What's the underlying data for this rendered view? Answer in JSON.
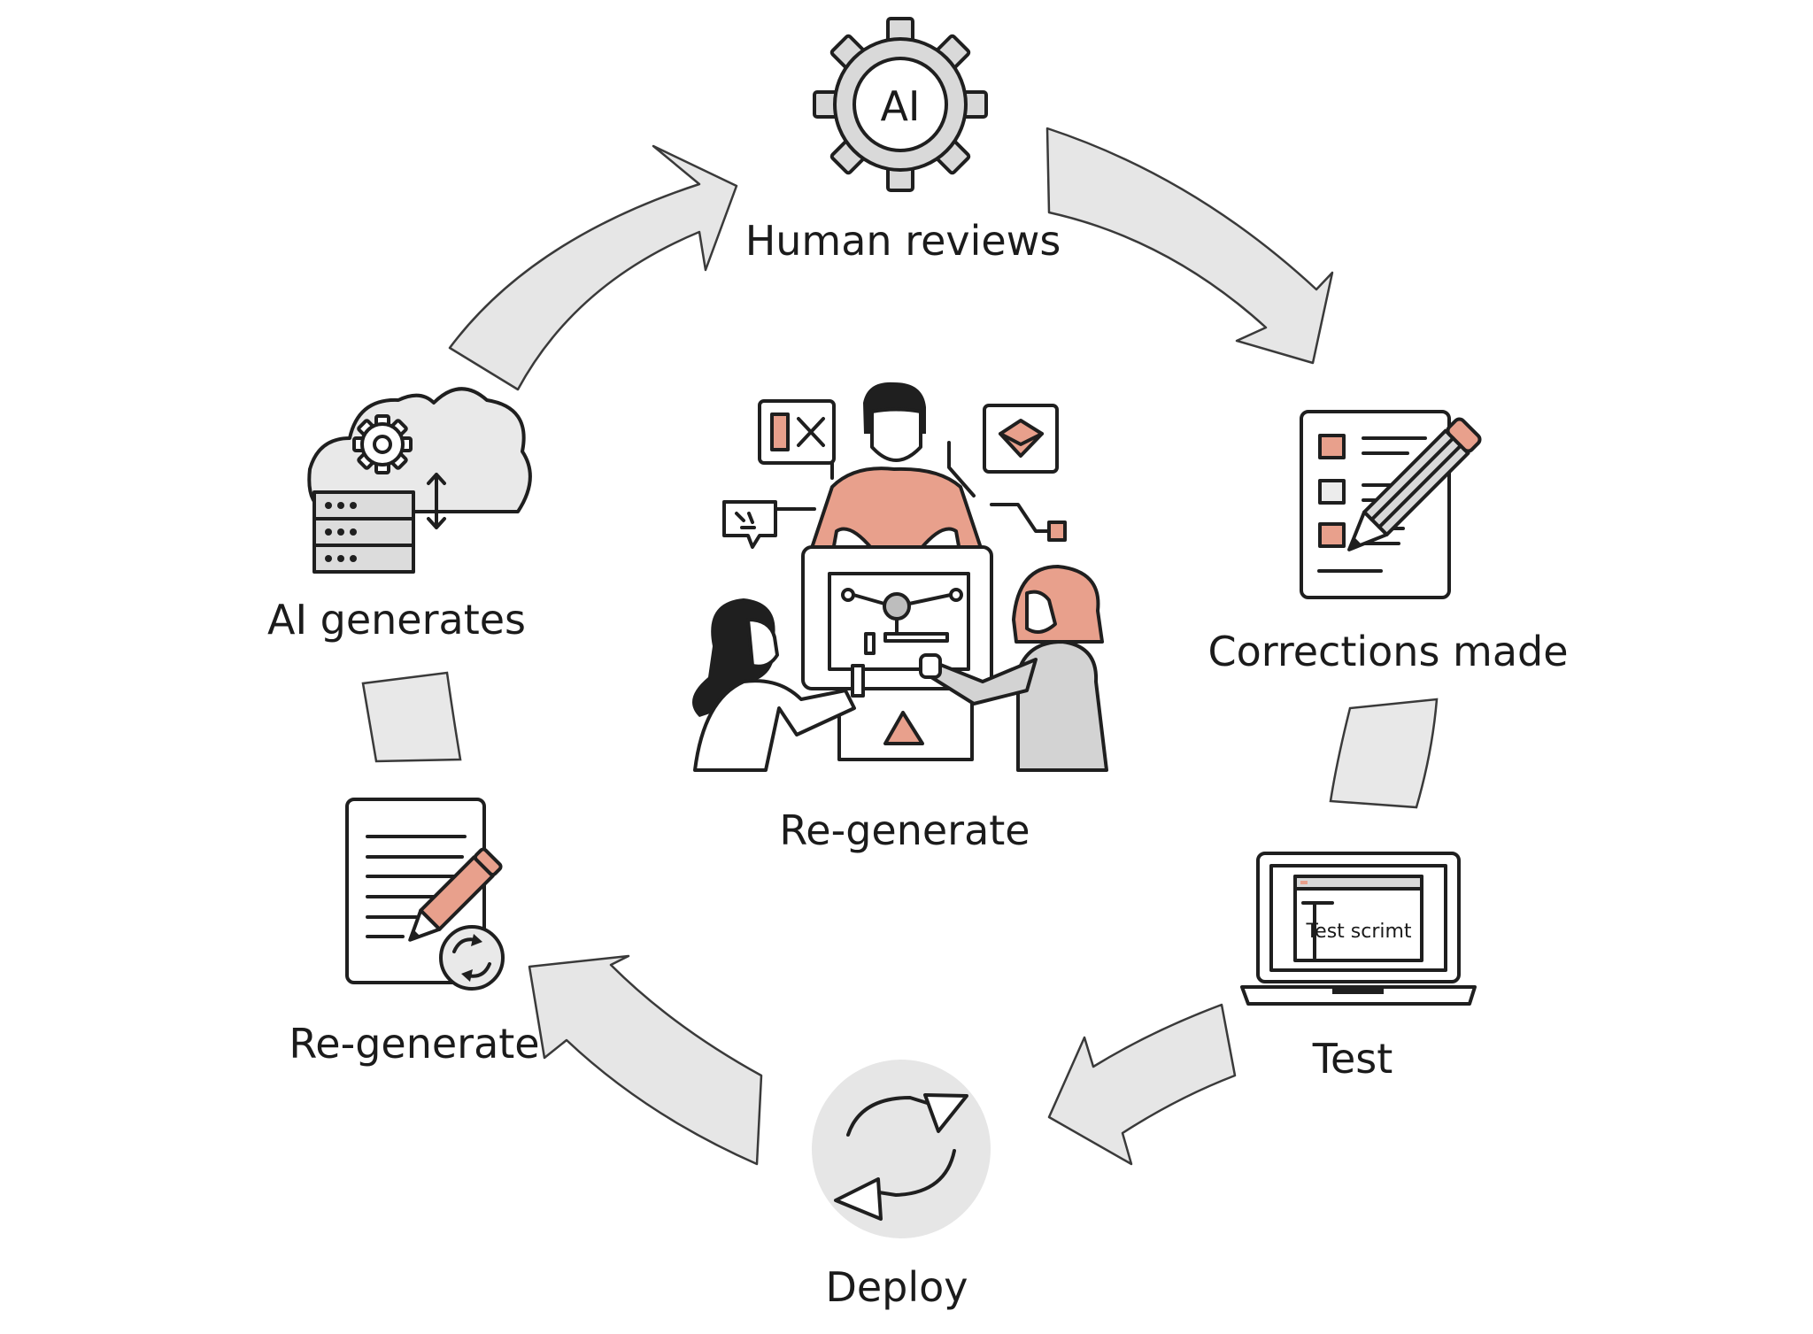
{
  "colors": {
    "accent": "#e8a08c",
    "arrow_fill": "#e6e6e6",
    "ink": "#1f1f1f",
    "gear_gray": "#d9d9d9"
  },
  "nodes": {
    "top": {
      "label": "Human reviews",
      "icon": "ai-gear-icon",
      "gear_text": "AI"
    },
    "right": {
      "label": "Corrections made",
      "icon": "checklist-pencil-icon"
    },
    "bottom_right": {
      "label": "Test",
      "icon": "laptop-icon",
      "screen_text": "Test scrimt"
    },
    "bottom": {
      "label": "Deploy",
      "icon": "refresh-cycle-icon"
    },
    "bottom_left": {
      "label": "Re-generate",
      "icon": "document-regenerate-icon"
    },
    "left": {
      "label": "AI generates",
      "icon": "cloud-server-icon"
    },
    "center": {
      "label": "Re-generate",
      "icon": "team-collaboration-illustration"
    }
  }
}
